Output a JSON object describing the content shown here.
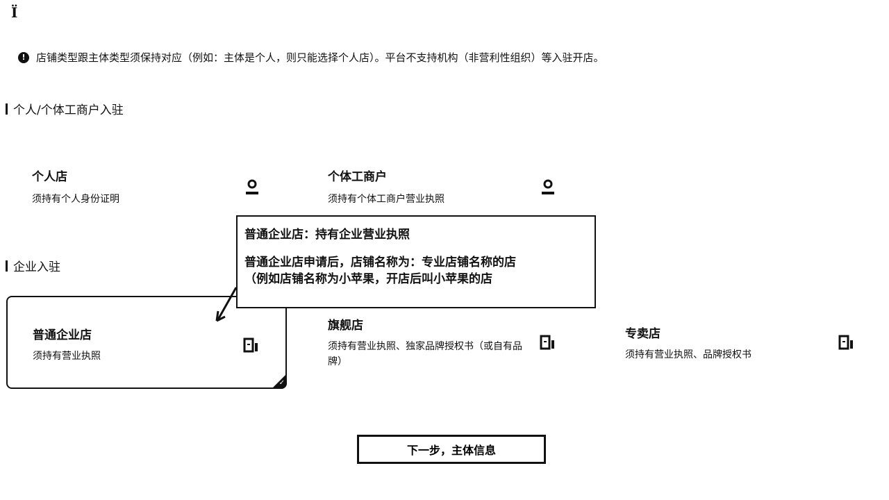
{
  "logo": {
    "text": "Ï"
  },
  "notice": {
    "icon": "info-icon",
    "text": "店铺类型跟主体类型须保持对应（例如：主体是个人，则只能选择个人店）。平台不支持机构（非营利性组织）等入驻开店。"
  },
  "sections": {
    "personal": {
      "title": "个人/个体工商户入驻",
      "cards": [
        {
          "title": "个人店",
          "desc": "须持有个人身份证明",
          "icon": "user-icon"
        },
        {
          "title": "个体工商户",
          "desc": "须持有个体工商户营业执照",
          "icon": "user-icon"
        }
      ]
    },
    "enterprise": {
      "title": "企业入驻",
      "cards": [
        {
          "title": "普通企业店",
          "desc": "须持有营业执照",
          "icon": "building-icon",
          "selected": true
        },
        {
          "title": "旗舰店",
          "desc": "须持有营业执照、独家品牌授权书（或自有品牌）",
          "icon": "building-icon"
        },
        {
          "title": "专卖店",
          "desc": "须持有营业执照、品牌授权书",
          "icon": "building-icon"
        }
      ]
    }
  },
  "tooltip": {
    "line1": "普通企业店：持有企业营业执照",
    "line2": "普通企业店申请后，店铺名称为：专业店铺名称的店",
    "line3": "（例如店铺名称为小苹果，开店后叫小苹果的店"
  },
  "next_button": {
    "label": "下一步，主体信息"
  }
}
